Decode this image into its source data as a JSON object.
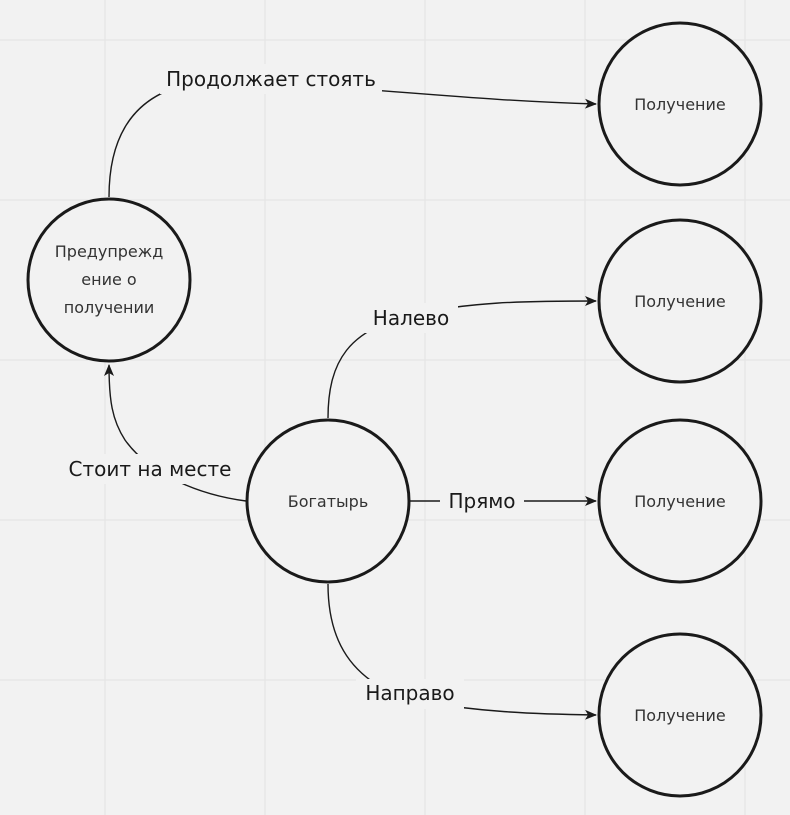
{
  "nodes": {
    "warning": {
      "label_lines": [
        "Предупрежд",
        "ение о",
        "получении"
      ]
    },
    "hero": {
      "label": "Богатырь"
    },
    "receipt_1": {
      "label": "Получение"
    },
    "receipt_2": {
      "label": "Получение"
    },
    "receipt_3": {
      "label": "Получение"
    },
    "receipt_4": {
      "label": "Получение"
    }
  },
  "edges": {
    "keeps_standing": {
      "label": "Продолжает стоять"
    },
    "left": {
      "label": "Налево"
    },
    "straight": {
      "label": "Прямо"
    },
    "right": {
      "label": "Направо"
    },
    "stands_still": {
      "label": "Стоит на месте"
    }
  },
  "colors": {
    "background": "#f2f2f2",
    "stroke": "#1a1a1a",
    "node_text": "#333333"
  }
}
